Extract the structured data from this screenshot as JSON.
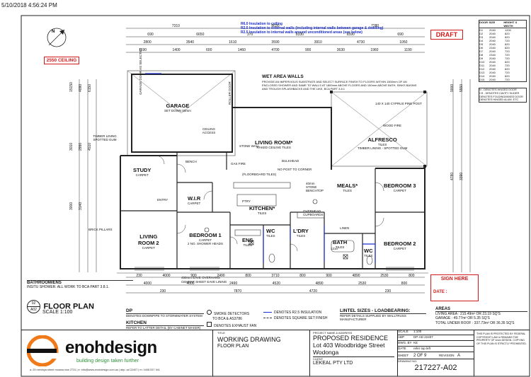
{
  "timestamp": "5/10/2018 4:56:24 PM",
  "ceiling": "2550 CEILING",
  "draft": "DRAFT",
  "insulation_notes": [
    "R6.0 Insulation to ceiling",
    "R2.5 Insulation to external walls (including internal walls between garage & dwelling)",
    "R2.5 Insulation to internal walls around unconditioned areas (see below)"
  ],
  "wet_area": {
    "title": "WET AREA WALLS",
    "text": "PROVIDE AN IMPERVIOUS SUBSTRATE AND SELECT SURFACE FINISH TO FLOORS WITHIN 1500mm OF AN ENCLOSED SHOWER AND SAME TO WALLS AT 1800mm ABOVE FLOORS AND 150mm ABOVE BATH, SINKS BASINS AND TROUGH SPLASHBACKS AND THE LIKE, BCA PART 3.8.1"
  },
  "rooms": {
    "garage": {
      "name": "GARAGE",
      "sub": "SET DOWN 50mm"
    },
    "living_room": {
      "name": "LIVING ROOM*",
      "sub": "RAKED CEILING TILES"
    },
    "alfresco": {
      "name": "ALFRESCO",
      "sub": "TILES",
      "sub2": "TIMBER LINING - SPOTTED GUM"
    },
    "study": {
      "name": "STUDY",
      "sub": "CARPET"
    },
    "wir": {
      "name": "W.I.R",
      "sub": "CARPET"
    },
    "kitchen": {
      "name": "KITCHEN*",
      "sub": "TILES"
    },
    "meals": {
      "name": "MEALS*",
      "sub": "TILES"
    },
    "bedroom3": {
      "name": "BEDROOM 3",
      "sub": "CARPET"
    },
    "living2": {
      "name": "LIVING",
      "name2": "ROOM 2",
      "sub": "CARPET"
    },
    "bedroom1": {
      "name": "BEDROOM 1",
      "sub": "CARPET",
      "sub2": "2 NO. SHOWER HEADS"
    },
    "ens": {
      "name": "ENS",
      "sub": "TILES"
    },
    "wc1": {
      "name": "WC",
      "sub": "TILES"
    },
    "ldry": {
      "name": "L'DRY",
      "sub": "TILES"
    },
    "bath": {
      "name": "BATH",
      "sub": "TILES"
    },
    "wc2": {
      "name": "WC",
      "sub": "TILES"
    },
    "bedroom2": {
      "name": "BEDROOM 2",
      "sub": "CARPET"
    }
  },
  "labels": {
    "garage_door": "GARAGE DOOR AS SELECTED",
    "roller_door": "ROLLER DOOR",
    "ceiling_access": "CEILING ACCESS",
    "stone_wall": "STONE WALL",
    "gas_fire": "GAS FIRE",
    "bulkhead": "BULKHEAD",
    "no_post": "NO POST TO CORNER",
    "floorboard": "(FLOORBOARD TILES)",
    "wood_fire": "WOOD FIRE",
    "cypress": "140 X 140 CYPRUS PINE POST",
    "timber_lining": "TIMBER LINING SPOTTED GUM",
    "bench": "BENCH",
    "entry": "ENTRY",
    "overhead": "OVERHEAD CUPBOARDS",
    "linen": "LINEN",
    "brick_pillars": "BRICK PILLARS",
    "eave": "450mm EAVE OVERHANG",
    "eave2": "CEMENT SHEET EAVE LINING",
    "bath_size": "1210",
    "stone_top": "40mm STONE BENCHTOP",
    "ptry": "PTRY"
  },
  "dims_top": {
    "r1": [
      "7310",
      "8030",
      "7280"
    ],
    "r2": [
      "690",
      "6650",
      "370",
      "8330",
      "6590",
      "690"
    ],
    "r3": [
      "2800",
      "3540",
      "1610",
      "3590",
      "3910",
      "4730",
      "1050"
    ],
    "r4": [
      "1190",
      "1400",
      "600",
      "1460",
      "4700",
      "900",
      "3630",
      "1960",
      "1190"
    ]
  },
  "dims_bottom": {
    "r1": [
      "230",
      "4000",
      "900",
      "2490",
      "800",
      "3710",
      "800",
      "900",
      "4890",
      "2530",
      "800"
    ],
    "r2": [
      "4000",
      "4000",
      "2490",
      "4520",
      "4890",
      "2530",
      "800"
    ],
    "r3": [
      "230",
      "7870",
      "4720",
      "230"
    ]
  },
  "dims_left": [
    "15150",
    "4090",
    "6150",
    "3010",
    "2990",
    "4510",
    "3000",
    "3140"
  ],
  "dims_right": [
    "9000",
    "5550",
    "4780",
    "3390"
  ],
  "bathrooms_note": {
    "title": "BATHROOM/ENS",
    "text": "INSITU SHOWER. ALL WORK TO BCA PART 3.8.1."
  },
  "floor_plan": {
    "num": "02",
    "ref": "A02",
    "title": "FLOOR PLAN",
    "scale": "SCALE 1:100"
  },
  "dp": {
    "title": "DP",
    "text": "DENOTES DOWNPIPE TO STORMWATER SYSTEM"
  },
  "kitchen_note": {
    "title": "KITCHEN",
    "text": "REFER TO LATTER DETAIL (BY CABINET MAKER)"
  },
  "legend": {
    "smoke": "SMOKE DETECTORS",
    "smoke2": "TO BCA & AS3786",
    "exhaust": "DENOTES EXHAUST FAN",
    "r25": "DENOTES R2.5 INSULATION",
    "sqset": "DENOTES SQUARE SET FINISH"
  },
  "lintel": {
    "title": "LINTEL SIZES - LOADBEARING:",
    "text": "REFER DETAILS SUPPLIED BY WALLTRUSS MANUFACTURER"
  },
  "sign": {
    "title": "SIGN HERE",
    "date": "DATE :"
  },
  "areas": {
    "title": "AREAS",
    "living": "LIVING AREA : 215.49m² OR 23.19 SQ'S",
    "garage": "GARAGE : 49.77m² OR 5.35 SQ'S",
    "total": "TOTAL UNDER ROOF : 337.73m² OR 36.35 SQ'S"
  },
  "door_schedule": {
    "headers": [
      "DOOR",
      "SIZE",
      "HEIGHT X WIDTH"
    ],
    "rows": [
      [
        "D1",
        "2040",
        "1200"
      ],
      [
        "D2",
        "2040",
        "820"
      ],
      [
        "D3",
        "2040",
        "820"
      ],
      [
        "D4",
        "2040",
        "720"
      ],
      [
        "D5",
        "2040",
        "820"
      ],
      [
        "D6",
        "2340",
        "820"
      ],
      [
        "D7",
        "2040",
        "720"
      ],
      [
        "D8",
        "2340",
        "720"
      ],
      [
        "D9",
        "2040",
        "720"
      ],
      [
        "D10",
        "2040",
        "820"
      ],
      [
        "D11",
        "2040",
        "720"
      ],
      [
        "D12",
        "2040",
        "820"
      ],
      [
        "D13",
        "2040",
        "720"
      ],
      [
        "D14",
        "2040",
        "820"
      ],
      [
        "D15",
        "2040",
        "720"
      ]
    ],
    "notes": [
      "N - DENOTES HINGED DOOR",
      "CS - DENOTES CAVITY SLIDER",
      "DENOTES FOLDING/MIXED DOOR",
      "DENOTES HINGED ALUM. ETC"
    ]
  },
  "title_block": {
    "logo_text": "enohdesign",
    "tagline": "building design taken further",
    "address_line": "a: 25 meninya street moama nsw 2731 | e: info@www.enohdesign.com.au | abp: ad 22407 | m: 0408 537 941",
    "title_label": "TITLE",
    "title1": "WORKING DRAWING",
    "title2": "FLOOR PLAN",
    "project_label": "PROJECT NAME & ADDRESS",
    "project1": "PROPOSED RESIDENCE",
    "project2": "Lot 403 Woodbridge Street",
    "project3": "Wodonga",
    "client_label": "CLIENT",
    "client": "LEKEAL PTY LTD",
    "scale_label": "SCALE",
    "scale": "1:100",
    "abp_label": "ABP",
    "abp": "DP-AD 22407",
    "dwg_label": "DWG. BY",
    "dwg": "KE",
    "date_label": "DATE",
    "date": "refer top left",
    "sheet_label": "SHEET",
    "sheet": "2 OF 9",
    "revision_label": "REVISION",
    "revision": "A",
    "drawing_label": "DRAWING NO.",
    "drawing_no": "217227-A02",
    "copyright": "THIS PLAN IS PROTECTED BY FEDERAL COPYRIGHT LAW & REMAINS THE PROPERTY OF enoh DESIGN. COPYING OF THIS PLAN IS STRICTLY PROHIBITED."
  },
  "colors": {
    "red": "#d11a1a",
    "blue": "#1a2ec9",
    "green": "#2f8f3a",
    "orange": "#f07a1a"
  }
}
